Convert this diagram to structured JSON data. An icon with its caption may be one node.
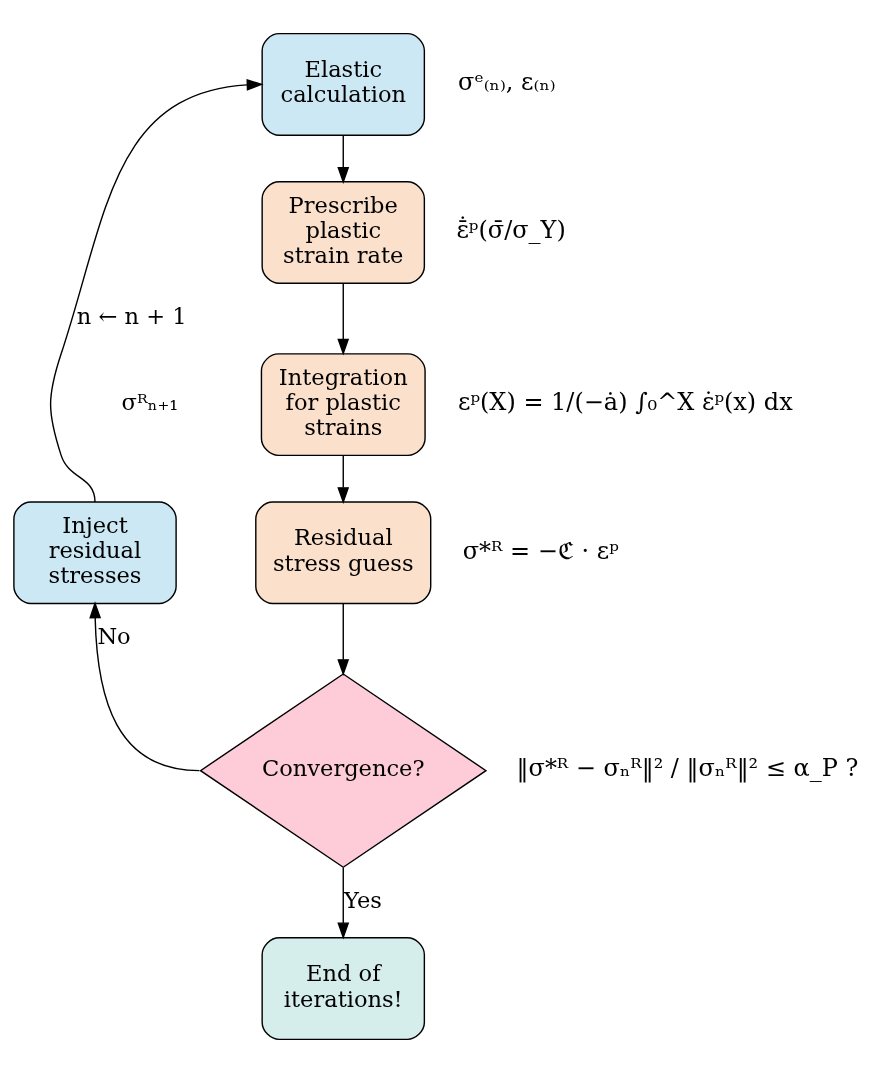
{
  "diagram": {
    "nodes": [
      {
        "text": [
          "Elastic calculation"
        ],
        "beside": [
          "σᵉ₍ₙ₎, ε₍ₙ₎"
        ]
      },
      {
        "text": [
          "Prescribe plastic strain rate"
        ],
        "beside": [
          "ε̄̇ᵖ(σ̄/σ_Y)"
        ]
      },
      {
        "text": [
          "Integration for plastic strains"
        ],
        "beside": [
          "εᵖ(X) = 1/(−ȧ) ∫₀^X ε̇ᵖ(x) dx"
        ]
      },
      {
        "text": [
          "Residual stress guess"
        ],
        "beside": [
          "σ*ᴿ = −ℭ · εᵖ"
        ]
      },
      {
        "text": [
          "Convergence?"
        ],
        "beside": [
          "‖σ*ᴿ − σₙᴿ‖² / ‖σₙᴿ‖² ≤ α_P ?"
        ]
      },
      {
        "text": [
          "Inject residual stresses"
        ]
      },
      {
        "text": [
          "End of iterations!"
        ]
      }
    ],
    "edges": [
      {
        "from": 0,
        "to": 1,
        "arrow": "to"
      },
      {
        "from": 1,
        "to": 2,
        "arrow": "to"
      },
      {
        "from": 2,
        "to": 3,
        "arrow": "to"
      },
      {
        "from": 3,
        "to": 4,
        "arrow": "to"
      },
      {
        "from": 4,
        "to": 5,
        "arrow": "to",
        "label": "No"
      },
      {
        "from": 5,
        "to": 0,
        "arrow": "to",
        "label": "n ← n + 1"
      },
      {
        "from": 4,
        "to": 6,
        "arrow": "to",
        "label": "Yes"
      }
    ],
    "labels": [
      "σᴿₙ₊₁"
    ]
  }
}
